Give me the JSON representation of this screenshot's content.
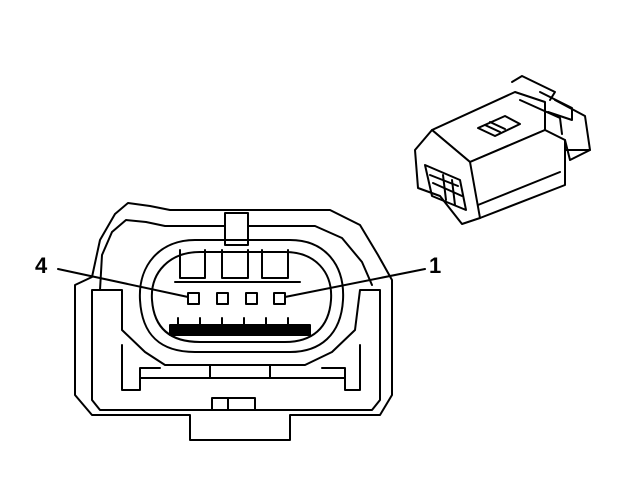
{
  "colors": {
    "stroke": "#000000",
    "background": "#ffffff"
  },
  "connector_face": {
    "pin_count": 4,
    "callouts": [
      {
        "pin": "4",
        "label": "4"
      },
      {
        "pin": "1",
        "label": "1"
      }
    ]
  }
}
